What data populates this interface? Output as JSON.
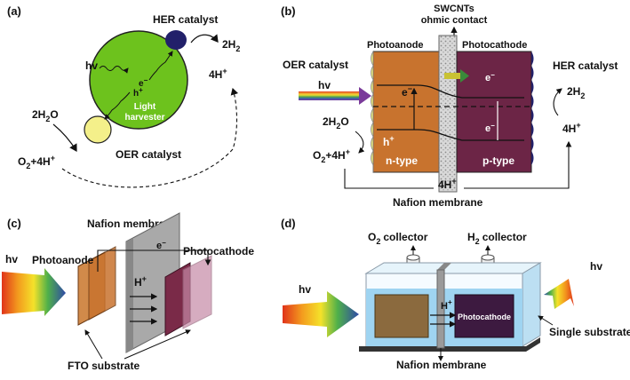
{
  "panel_a": {
    "label": "(a)",
    "her_catalyst": "HER catalyst",
    "h2": "2H",
    "h2_sub": "2",
    "hv": "hv",
    "electron": "e",
    "electron_sup": "−",
    "hole": "h",
    "hole_sup": "+",
    "light": "Light",
    "harvester": "harvester",
    "fourh": "4H",
    "fourh_sup": "+",
    "h2o": "2H",
    "h2o_sub": "2",
    "h2o_end": "O",
    "oer_catalyst": "OER catalyst",
    "o2": "O",
    "o2_sub": "2",
    "o2_end": "+4H",
    "o2_sup": "+"
  },
  "panel_b": {
    "label": "(b)",
    "swcnt_line1": "SWCNTs",
    "swcnt_line2": "ohmic contact",
    "photoanode": "Photoanode",
    "photocathode": "Photocathode",
    "oer_catalyst": "OER catalyst",
    "her_catalyst": "HER catalyst",
    "hv": "hv",
    "e1": "e",
    "e1_sup": "−",
    "e2": "e",
    "e2_sup": "−",
    "e3": "e",
    "e3_sup": "−",
    "h2": "2H",
    "h2_sub": "2",
    "h2o": "2H",
    "h2o_sub": "2",
    "h2o_end": "O",
    "hplus": "h",
    "hplus_sup": "+",
    "fourh_right": "4H",
    "fourh_right_sup": "+",
    "o2": "O",
    "o2_sub": "2",
    "o2_end": "+4H",
    "o2_sup": "+",
    "ntype": "n-type",
    "ptype": "p-type",
    "fourh_mem": "4H",
    "fourh_mem_sup": "+",
    "membrane": "Nafion membrane"
  },
  "panel_c": {
    "label": "(c)",
    "membrane": "Nafion membrane",
    "hv": "hv",
    "photoanode": "Photoanode",
    "electron": "e",
    "electron_sup": "−",
    "photocathode": "Photocathode",
    "hplus": "H",
    "hplus_sup": "+",
    "fto": "FTO substrate"
  },
  "panel_d": {
    "label": "(d)",
    "o2_collector": "O",
    "o2_collector_sub": "2",
    "o2_collector_end": "collector",
    "h2_collector": "H",
    "h2_collector_sub": "2",
    "h2_collector_end": "collector",
    "hv_left": "hv",
    "hv_right": "hv",
    "hplus": "H",
    "hplus_sup": "+",
    "photocathode": "Photocathode",
    "single_substrate": "Single substrate",
    "membrane": "Nafion membrane"
  },
  "colors": {
    "harvester_green": "#6dc21d",
    "her_navy": "#22206a",
    "oer_yellow": "#f4f08a",
    "anode_orange": "#c8732e",
    "cathode_maroon": "#6c2546",
    "water_blue": "#9fd4f1"
  }
}
